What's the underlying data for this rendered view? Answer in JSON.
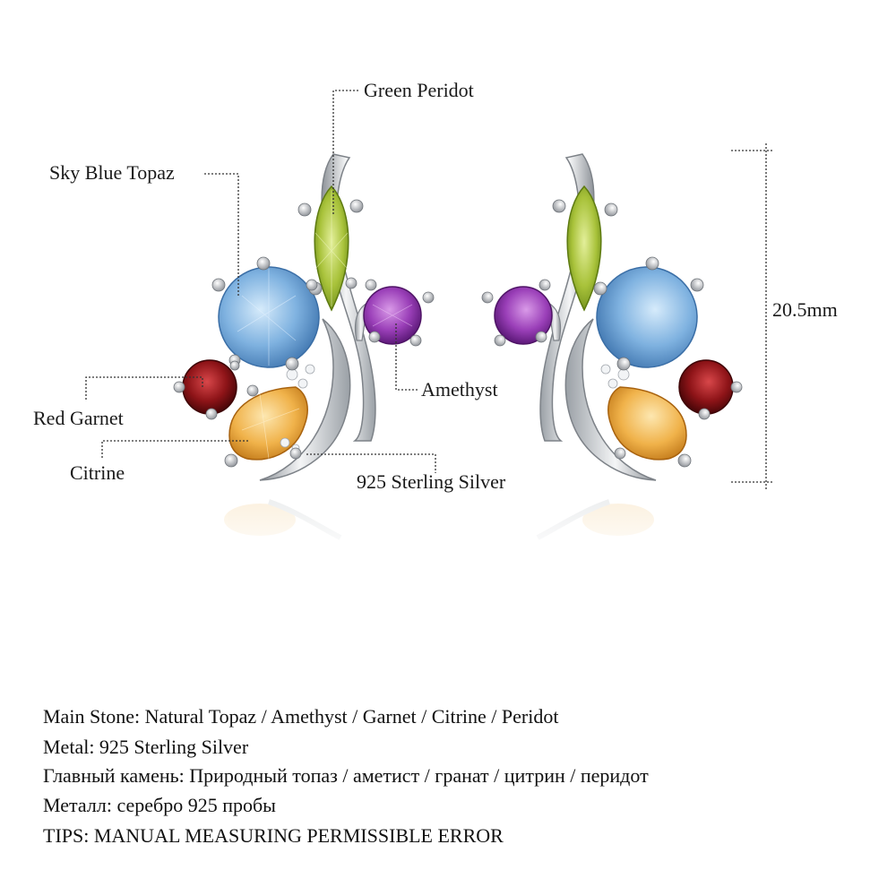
{
  "labels": {
    "green_peridot": "Green Peridot",
    "sky_blue_topaz": "Sky Blue Topaz",
    "amethyst": "Amethyst",
    "red_garnet": "Red Garnet",
    "citrine": "Citrine",
    "sterling_silver": "925 Sterling Silver",
    "height": "20.5mm"
  },
  "specs": [
    "Main Stone: Natural Topaz / Amethyst / Garnet / Citrine / Peridot",
    "Metal: 925 Sterling Silver",
    "Главный камень: Природный топаз / аметист / гранат / цитрин / перидот",
    "Металл: серебро 925 пробы",
    "TIPS: MANUAL MEASURING PERMISSIBLE ERROR"
  ],
  "colors": {
    "peridot": "#a8c23a",
    "topaz": "#7fb2e0",
    "amethyst": "#9a3fb8",
    "garnet": "#8e1418",
    "citrine": "#f0b24a",
    "silver": "#cfd3d8",
    "leader_line": "#333333"
  }
}
